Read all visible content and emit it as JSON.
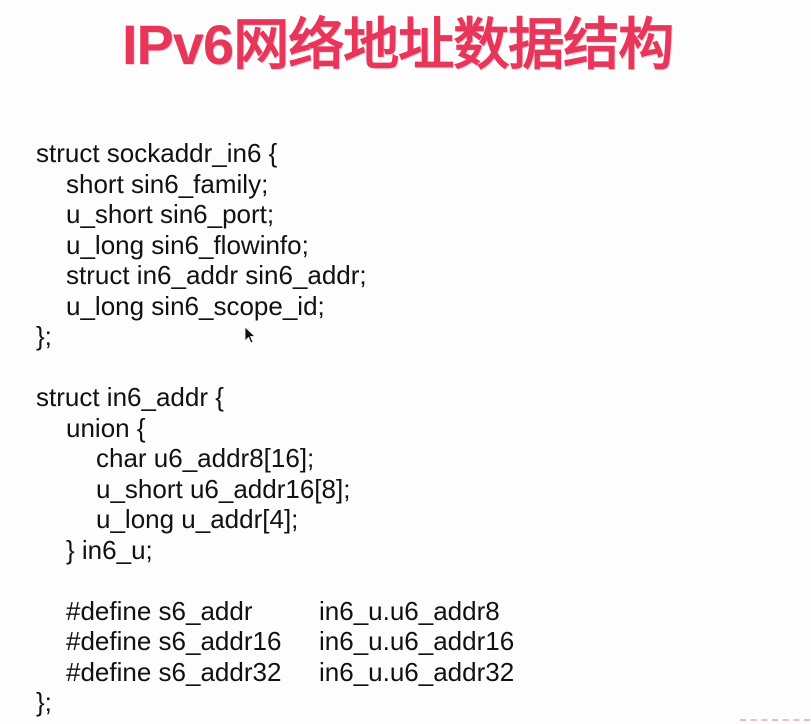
{
  "slide": {
    "title": "IPv6网络地址数据结构",
    "sockaddr_in6": {
      "open": "struct sockaddr_in6 {",
      "fields": [
        "short sin6_family;",
        "u_short sin6_port;",
        "u_long sin6_flowinfo;",
        "struct in6_addr sin6_addr;",
        "u_long sin6_scope_id;"
      ],
      "close": "};"
    },
    "in6_addr": {
      "open": "struct in6_addr {",
      "union_open": "union {",
      "union_fields": [
        "char u6_addr8[16];",
        "u_short u6_addr16[8];",
        "u_long u_addr[4];"
      ],
      "union_close": "} in6_u;",
      "defines": [
        {
          "macro": "#define s6_addr",
          "value": "in6_u.u6_addr8"
        },
        {
          "macro": "#define s6_addr16",
          "value": "in6_u.u6_addr16"
        },
        {
          "macro": "#define s6_addr32",
          "value": "in6_u.u6_addr32"
        }
      ],
      "close": "};"
    }
  },
  "icons": {
    "cursor": "mouse-pointer-icon"
  },
  "colors": {
    "title": "#e8365a",
    "text": "#111111",
    "background": "#fdfdfd"
  }
}
